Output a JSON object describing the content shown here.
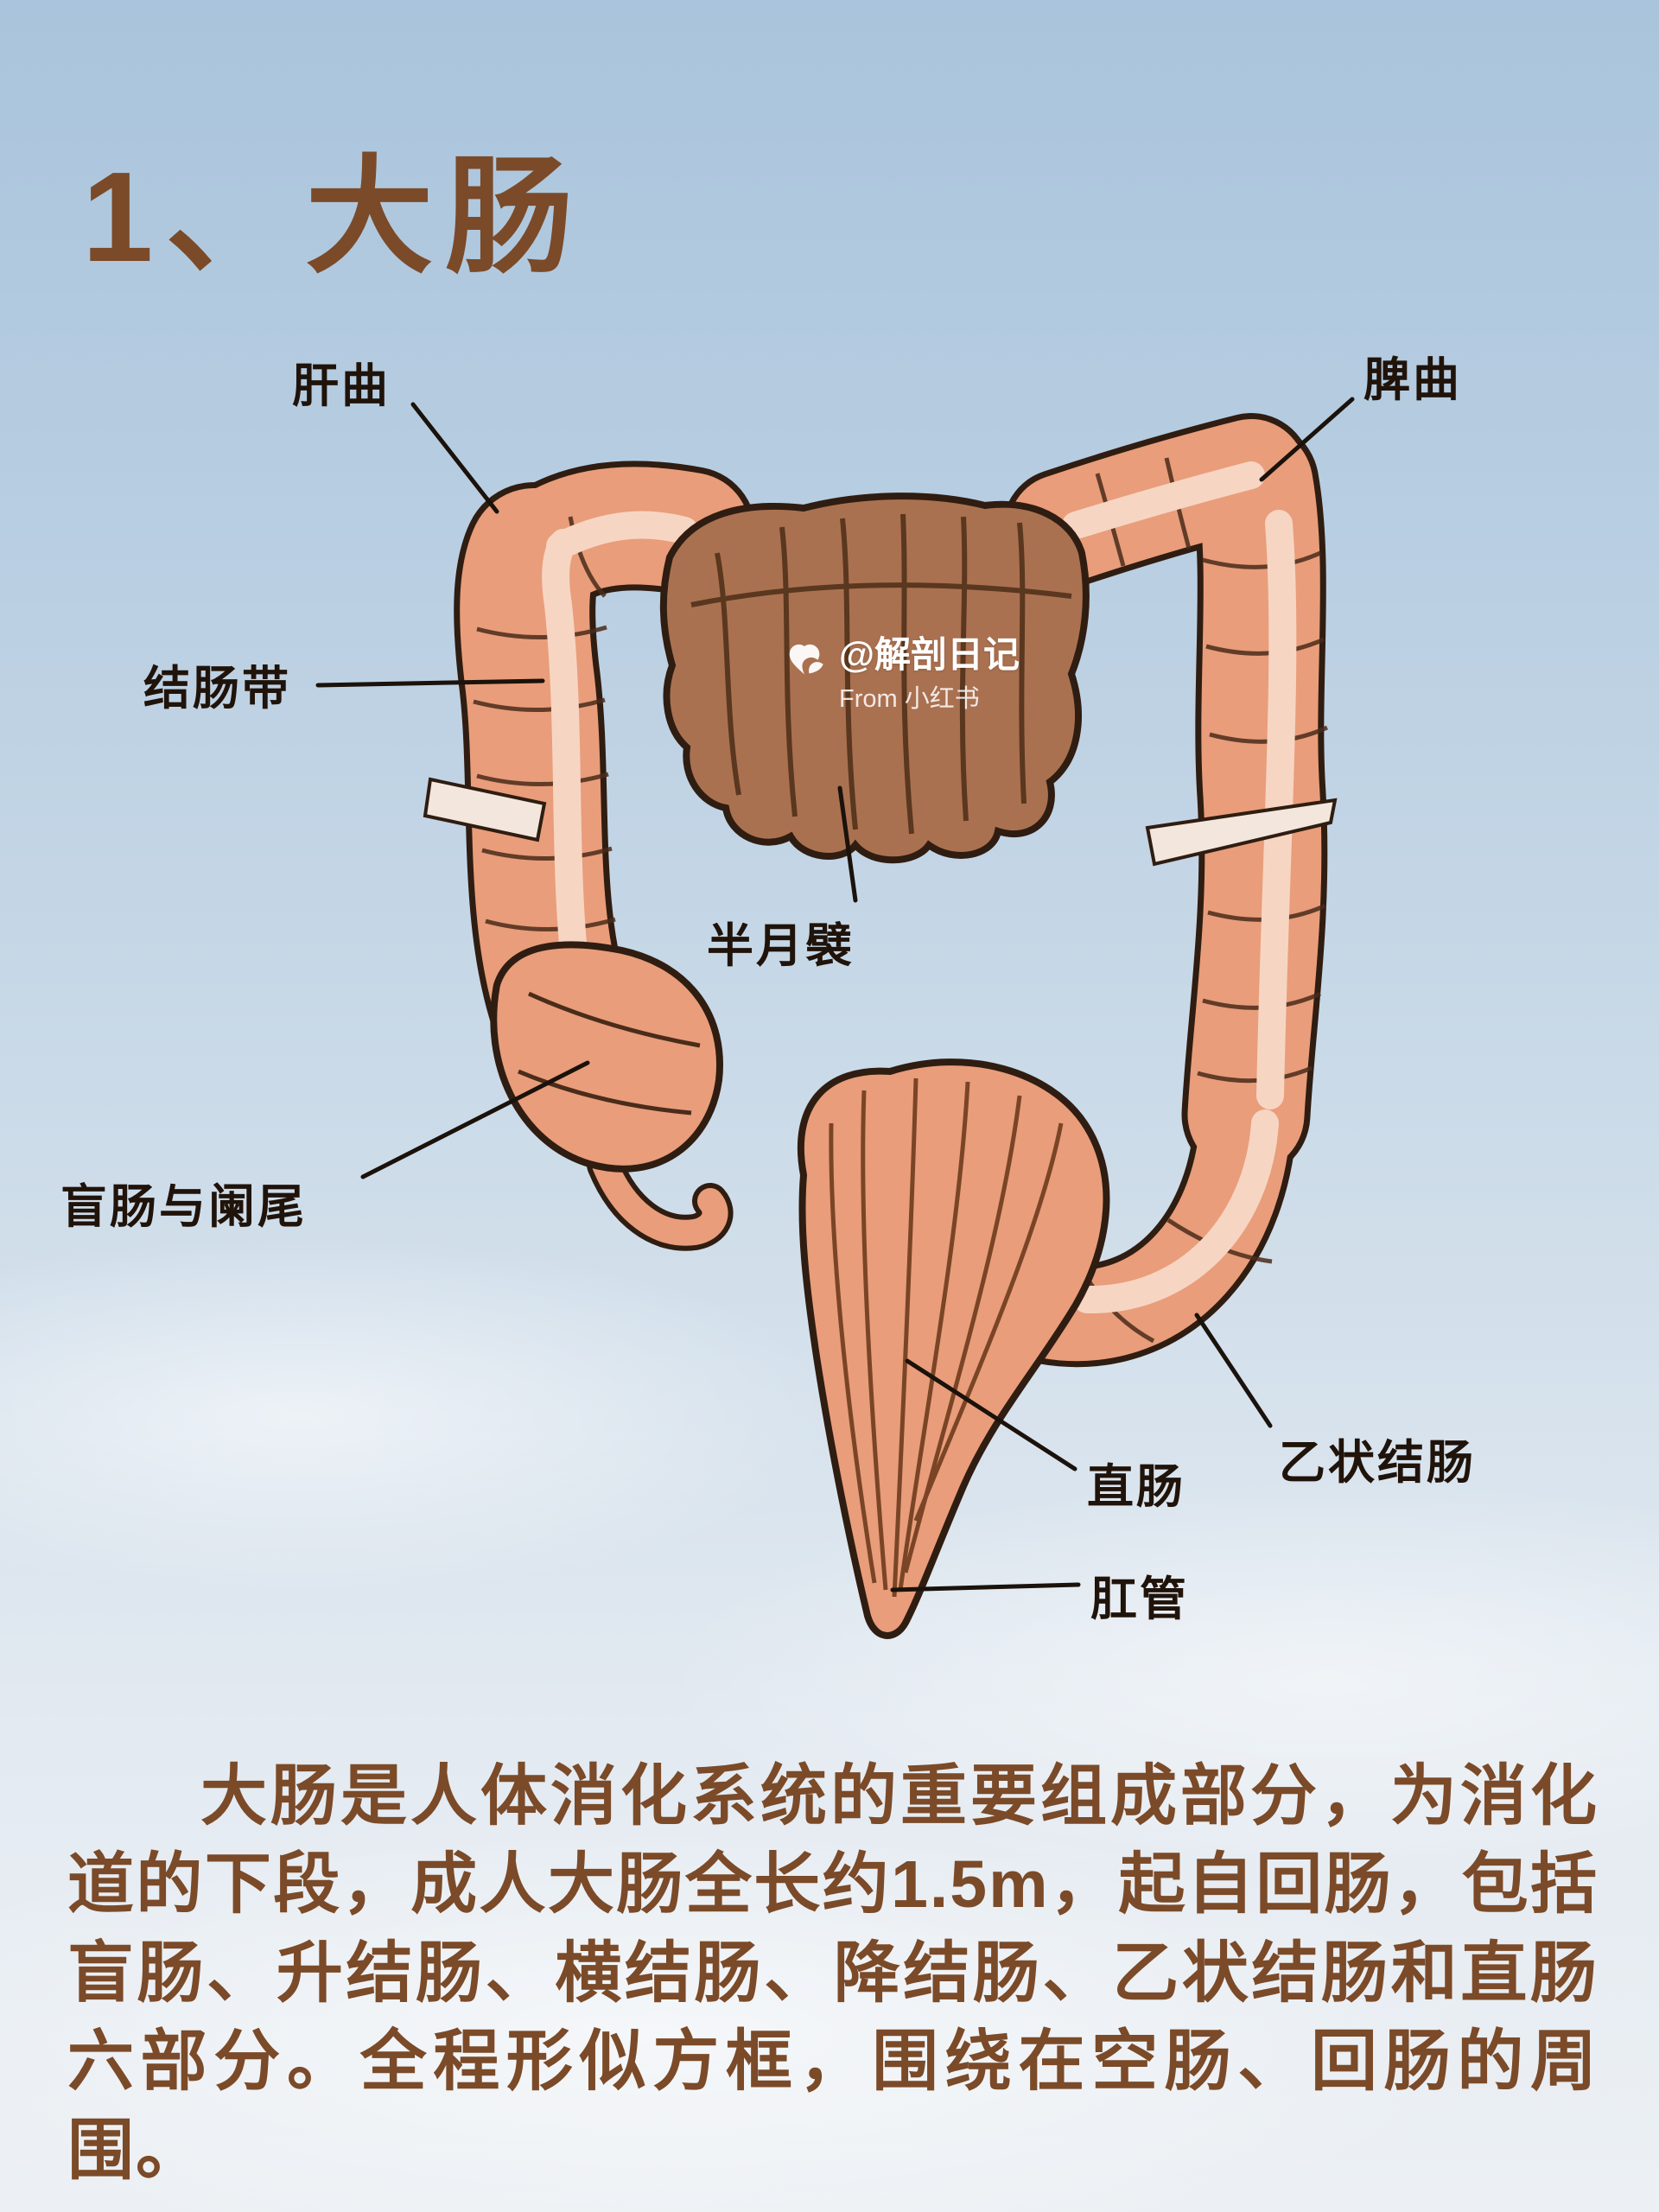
{
  "page": {
    "title": "1、大肠",
    "description": "大肠是人体消化系统的重要组成部分，为消化道的下段，成人大肠全长约1.5m，起自回肠，包括盲肠、升结肠、横结肠、降结肠、乙状结肠和直肠六部分。全程形似方框，围绕在空肠、回肠的周围。"
  },
  "watermark": {
    "handle": "@解剖日记",
    "source": "From 小红书"
  },
  "labels": {
    "hepatic_flexure": "肝曲",
    "splenic_flexure": "脾曲",
    "taenia_coli": "结肠带",
    "semilunar_folds": "半月襞",
    "cecum_appendix": "盲肠与阑尾",
    "rectum": "直肠",
    "sigmoid_colon": "乙状结肠",
    "anal_canal": "肛管"
  },
  "colors": {
    "background_top": "#a9c4dc",
    "background_bottom": "#ecf0f4",
    "intestine_fill": "#e99d7a",
    "intestine_outline": "#2f1d12",
    "transverse_fill": "#aa7150",
    "transverse_folds": "#5a371f",
    "taenia_band": "#f7d5c3",
    "body_text": "#7b4a28",
    "label_text": "#20130a"
  }
}
